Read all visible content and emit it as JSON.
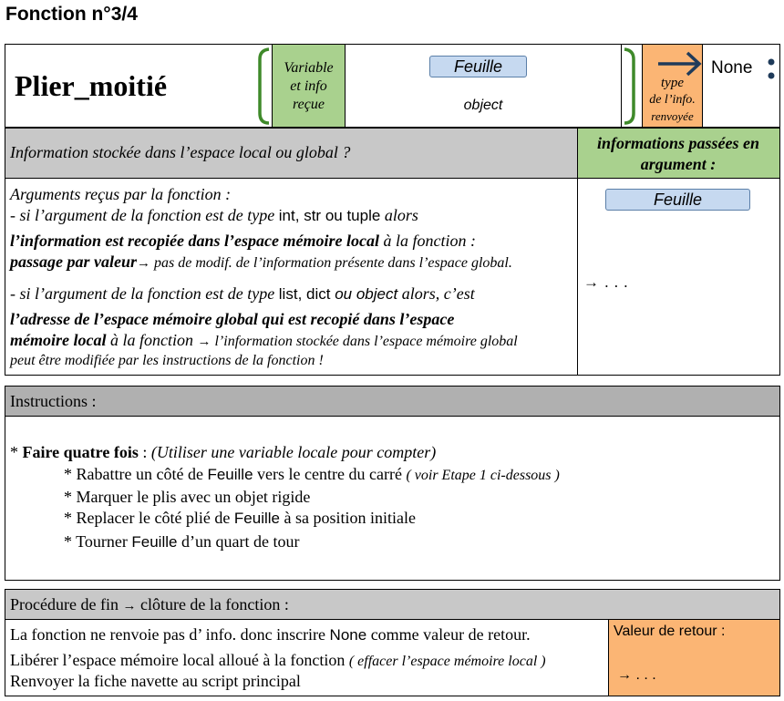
{
  "header": {
    "title": "Fonction n°3/4"
  },
  "function_box": {
    "name": "Plier_moitié",
    "input_label": [
      "Variable",
      "et info",
      "reçue"
    ],
    "param_name": "Feuille",
    "param_type": "object",
    "return_label": [
      "type",
      "de l’info.",
      "renvoyée"
    ],
    "return_value": "None",
    "colon": ":"
  },
  "storage": {
    "question": "Information stockée dans l’espace local ou global  ?",
    "args_header": "informations passées en argument  :",
    "args_intro": "Arguments reçus par la fonction  :",
    "case1_prefix": "- si l’argument de la fonction est de type ",
    "case1_type_int": "int",
    "case1_comma": ", ",
    "case1_type_str": "str",
    "case1_ou": " ou ",
    "case1_type_tuple": "tuple",
    "case1_alors": " alors",
    "case1_bold": "l’information est recopiée dans l’espace mémoire local",
    "case1_rest": " à la fonction  :",
    "case1_bold2": "passage par valeur",
    "case1_arrow": "→",
    "case1_note": " pas de modif. de l’information présente dans l’espace global.",
    "case2_prefix": "- si l’argument de la fonction est de type ",
    "case2_type_list": "list",
    "case2_comma": ", ",
    "case2_type_dict": "dict",
    "case2_ou_object": " ou object",
    "case2_alors": " alors, c’est",
    "case2_bold_line1": "l’adresse de l’espace mémoire global qui est recopié dans l’espace",
    "case2_bold_line2": "mémoire local",
    "case2_rest": " à la fonction ",
    "case2_arrow": "→",
    "case2_note_line1": " l’information stockée dans l’espace mémoire global",
    "case2_note_line2": "peut être modifiée par les instructions de la fonction  !",
    "arg_pill": "Feuille",
    "arg_answer": "→ . . ."
  },
  "instructions": {
    "header": "Instructions :",
    "main_star": "* ",
    "main_bold": "Faire quatre fois",
    "main_rest": " : ",
    "main_note": "(Utiliser une variable locale pour compter)",
    "step1_prefix": "* Rabattre un côté de ",
    "step1_var": "Feuille",
    "step1_suffix": " vers le centre du carré ",
    "step1_note": "( voir Etape 1 ci-dessous )",
    "step2": "* Marquer le plis avec un objet rigide",
    "step3_prefix": "* Replacer le côté plié de ",
    "step3_var": "Feuille",
    "step3_suffix": " à sa position initiale",
    "step4_prefix": "* Tourner ",
    "step4_var": "Feuille",
    "step4_suffix": " d’un quart de tour"
  },
  "end": {
    "header_prefix": "Procédure de fin ",
    "header_arrow": "→",
    "header_suffix": " clôture de la fonction :",
    "line1_prefix": "La fonction ne renvoie pas d’ info. donc inscrire ",
    "line1_var": "None",
    "line1_suffix": " comme valeur de retour.",
    "line2": "Libérer l’espace mémoire local alloué à la fonction ",
    "line2_note": "( effacer l’espace mémoire local )",
    "line3": "Renvoyer la fiche navette au script principal",
    "return_label": "Valeur de retour :",
    "return_answer": "→ . . ."
  },
  "colors": {
    "green": "#a9d18e",
    "orange": "#fbb574",
    "grey": "#c8c8c8",
    "dark_grey": "#b0b0b0",
    "pill_blue": "#c6d9f0",
    "brace_green": "#3f8a2a",
    "arrow_navy": "#1f3b5a"
  }
}
